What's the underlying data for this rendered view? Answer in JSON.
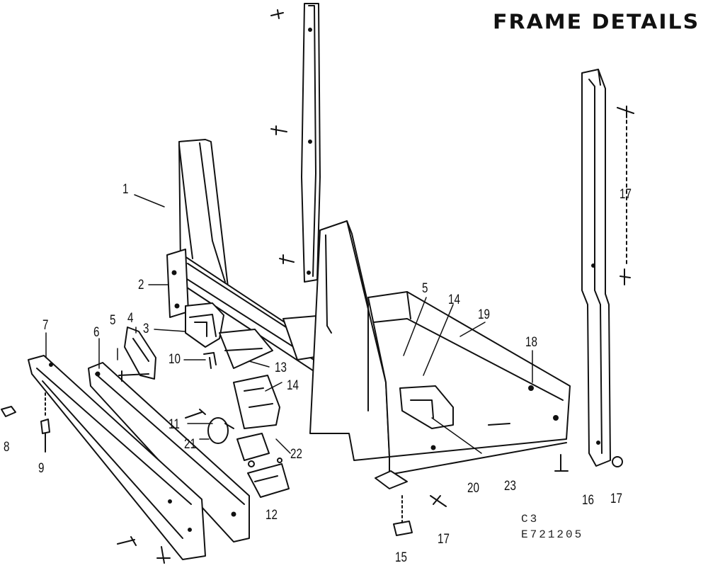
{
  "title": "FRAME DETAILS",
  "callouts": [
    "1",
    "2",
    "3",
    "4",
    "5",
    "6",
    "7",
    "8",
    "9",
    "10",
    "11",
    "12",
    "13",
    "14",
    "5",
    "14",
    "15",
    "16",
    "17",
    "17",
    "17",
    "18",
    "19",
    "20",
    "21",
    "22",
    "23"
  ],
  "code_line1": "C3",
  "code_line2": "E721205"
}
